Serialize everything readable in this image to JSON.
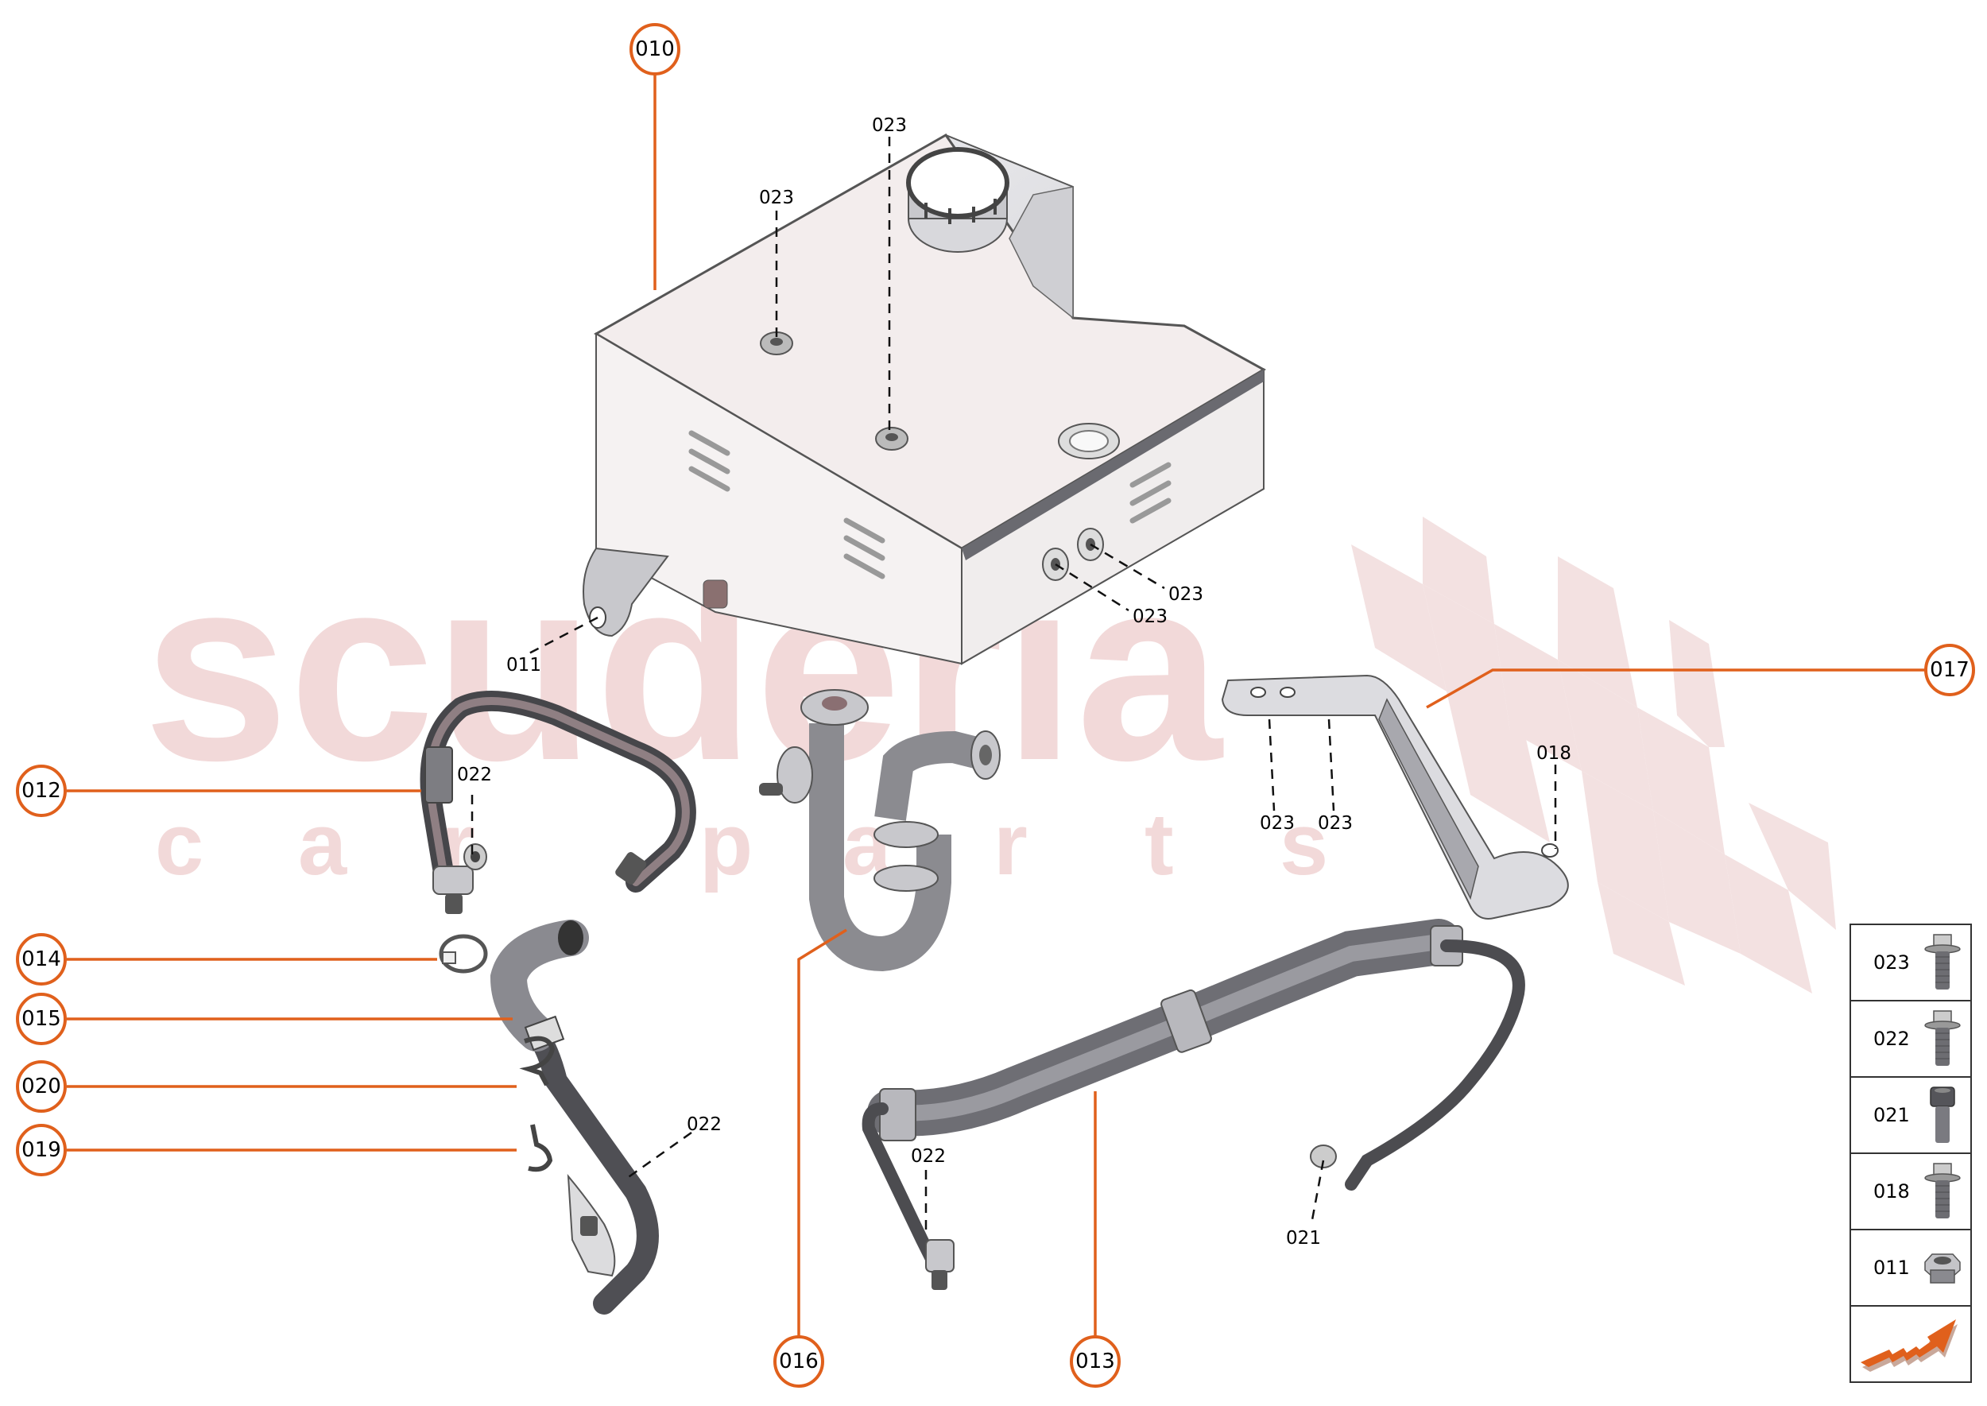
{
  "watermark": {
    "main": "scuderia",
    "sub": [
      "c",
      "a",
      "r",
      "p",
      "a",
      "r",
      "t",
      "s"
    ],
    "color": "#f2d9d9"
  },
  "colors": {
    "accent": "#e0601c",
    "text": "#000000",
    "part_gray": "#8a8a8e",
    "part_dark": "#555559"
  },
  "callouts": [
    {
      "id": "010",
      "label": "010"
    },
    {
      "id": "012",
      "label": "012"
    },
    {
      "id": "014",
      "label": "014"
    },
    {
      "id": "015",
      "label": "015"
    },
    {
      "id": "020",
      "label": "020"
    },
    {
      "id": "019",
      "label": "019"
    },
    {
      "id": "016",
      "label": "016"
    },
    {
      "id": "013",
      "label": "013"
    },
    {
      "id": "017",
      "label": "017"
    }
  ],
  "part_labels": [
    {
      "label": "023"
    },
    {
      "label": "023"
    },
    {
      "label": "023"
    },
    {
      "label": "023"
    },
    {
      "label": "011"
    },
    {
      "label": "022"
    },
    {
      "label": "022"
    },
    {
      "label": "022"
    },
    {
      "label": "021"
    },
    {
      "label": "023"
    },
    {
      "label": "023"
    },
    {
      "label": "018"
    }
  ],
  "legend": {
    "rows": [
      {
        "label": "023",
        "icon": "flange-bolt-icon"
      },
      {
        "label": "022",
        "icon": "flange-bolt-icon"
      },
      {
        "label": "021",
        "icon": "socket-cap-screw-icon"
      },
      {
        "label": "018",
        "icon": "flange-bolt-icon"
      },
      {
        "label": "011",
        "icon": "flange-nut-icon"
      }
    ],
    "direction_icon": "forward-direction-arrow-icon"
  }
}
